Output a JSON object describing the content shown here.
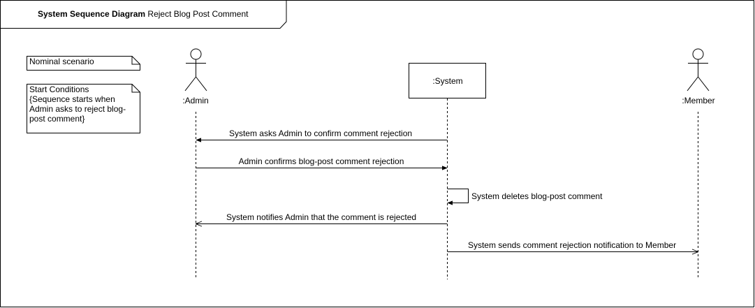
{
  "frame": {
    "title_bold": "System Sequence Diagram",
    "title_rest": "Reject Blog Post Comment"
  },
  "notes": {
    "scenario": "Nominal scenario",
    "start_conditions_lines": [
      "Start Conditions",
      "{Sequence starts when",
      "Admin asks to reject blog-",
      "post comment}"
    ]
  },
  "participants": {
    "admin": ":Admin",
    "system": ":System",
    "member": ":Member"
  },
  "messages": [
    {
      "from": "system",
      "to": "admin",
      "label": "System asks Admin to confirm comment rejection",
      "style": "solid-filled"
    },
    {
      "from": "admin",
      "to": "system",
      "label": "Admin confirms blog-post comment rejection",
      "style": "solid-filled"
    },
    {
      "from": "system",
      "to": "system",
      "label": "System deletes blog-post comment",
      "style": "self"
    },
    {
      "from": "system",
      "to": "admin",
      "label": "System notifies Admin that the comment is rejected",
      "style": "open"
    },
    {
      "from": "system",
      "to": "member",
      "label": "System sends comment rejection notification to Member",
      "style": "open"
    }
  ]
}
